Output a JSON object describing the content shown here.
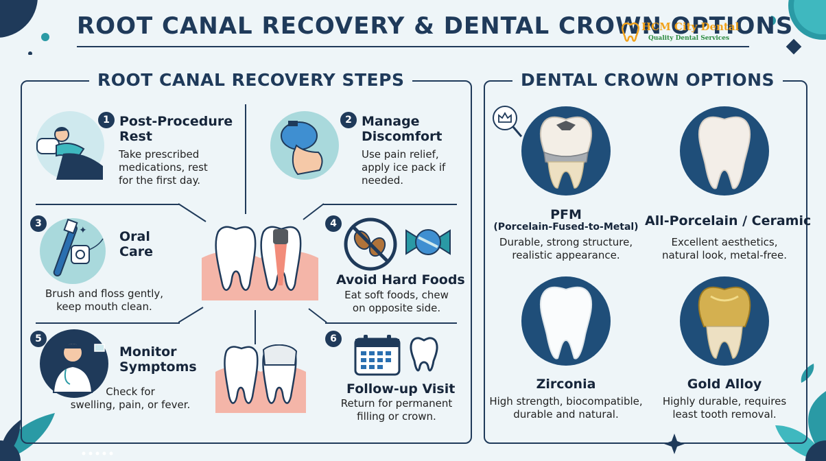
{
  "title": "ROOT CANAL RECOVERY & DENTAL CROWN OPTIONS",
  "logo": {
    "brand": "HCM City Dental",
    "tagline": "Quality Dental Services"
  },
  "recovery": {
    "heading": "ROOT CANAL RECOVERY STEPS",
    "steps": [
      {
        "number": "1",
        "title": "Post-Procedure Rest",
        "title_line1": "Post-Procedure",
        "title_line2": "Rest",
        "desc_line1": "Take prescribed",
        "desc_line2": "medications, rest",
        "desc_line3": "for the first day.",
        "icon": "person-resting-icon"
      },
      {
        "number": "2",
        "title": "Manage Discomfort",
        "title_line1": "Manage",
        "title_line2": "Discomfort",
        "desc_line1": "Use pain relief,",
        "desc_line2": "apply ice pack if",
        "desc_line3": "needed.",
        "icon": "ice-pack-icon"
      },
      {
        "number": "3",
        "title": "Oral Care",
        "title_line1": "Oral",
        "title_line2": "Care",
        "desc_line1": "Brush and floss gently,",
        "desc_line2": "keep mouth clean.",
        "icon": "toothbrush-floss-icon"
      },
      {
        "number": "4",
        "title": "Avoid Hard Foods",
        "desc_line1": "Eat soft foods, chew",
        "desc_line2": "on opposite side.",
        "icon": "no-nuts-icon"
      },
      {
        "number": "5",
        "title": "Monitor Symptoms",
        "title_line1": "Monitor",
        "title_line2": "Symptoms",
        "desc_line1": "Check for",
        "desc_line2": "swelling, pain, or fever.",
        "icon": "doctor-icon"
      },
      {
        "number": "6",
        "title": "Follow-up Visit",
        "desc_line1": "Return for permanent",
        "desc_line2": "filling or crown.",
        "icon": "calendar-icon"
      }
    ]
  },
  "crowns": {
    "heading": "DENTAL CROWN OPTIONS",
    "options": [
      {
        "title": "PFM",
        "subtitle": "(Porcelain-Fused-to-Metal)",
        "desc_line1": "Durable, strong structure,",
        "desc_line2": "realistic appearance.",
        "icon": "pfm-crown-tooth-icon"
      },
      {
        "title": "All-Porcelain / Ceramic",
        "desc_line1": "Excellent aesthetics,",
        "desc_line2": "natural look, metal-free.",
        "icon": "porcelain-tooth-icon"
      },
      {
        "title": "Zirconia",
        "desc_line1": "High strength, biocompatible,",
        "desc_line2": "durable and natural.",
        "icon": "zirconia-tooth-icon"
      },
      {
        "title": "Gold Alloy",
        "desc_line1": "Highly durable, requires",
        "desc_line2": "least tooth removal.",
        "icon": "gold-tooth-icon"
      }
    ]
  },
  "colors": {
    "navy": "#1f3a5a",
    "teal": "#a9d9dc",
    "accent": "#2a9aa5",
    "gold": "#c9a23a"
  }
}
